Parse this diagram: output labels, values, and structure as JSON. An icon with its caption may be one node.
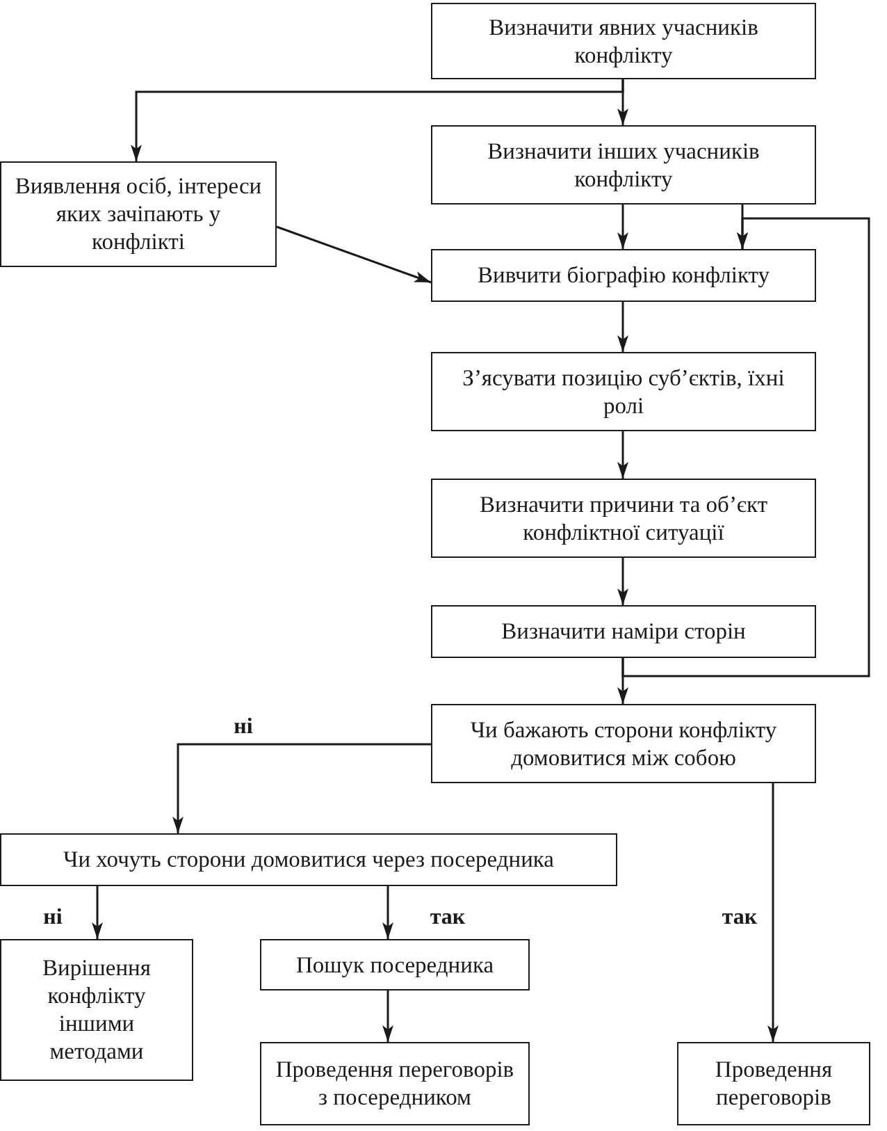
{
  "diagram": {
    "nodes": [
      {
        "text": [
          "Визначити явних учасників конфлікту"
        ]
      },
      {
        "text": [
          "Визначити інших учасників конфлікту"
        ]
      },
      {
        "text": [
          "Виявлення осіб, інтереси яких зачіпають у конфлікті"
        ]
      },
      {
        "text": [
          "Вивчити біографію конфлікту"
        ]
      },
      {
        "text": [
          "З’ясувати позицію суб’єктів, їхні ролі"
        ]
      },
      {
        "text": [
          "Визначити причини та об’єкт конфліктної ситуації"
        ]
      },
      {
        "text": [
          "Визначити наміри сторін"
        ]
      },
      {
        "text": [
          "Чи бажають сторони конфлікту домовитися між собою"
        ]
      },
      {
        "text": [
          "Чи хочуть сторони домовитися через посередника"
        ]
      },
      {
        "text": [
          "Вирішення конфлікту іншими методами"
        ]
      },
      {
        "text": [
          "Пошук посередника"
        ]
      },
      {
        "text": [
          "Проведення переговорів з посередником"
        ]
      },
      {
        "text": [
          "Проведення переговорів"
        ]
      }
    ],
    "edges": [
      {
        "from": 0,
        "to": 1,
        "arrow": "to"
      },
      {
        "from": 0,
        "to": 2,
        "arrow": "to"
      },
      {
        "from": 1,
        "to": 3,
        "arrow": "to"
      },
      {
        "from": 1,
        "to": 3,
        "arrow": "to"
      },
      {
        "from": 2,
        "to": 3,
        "arrow": "to"
      },
      {
        "from": 3,
        "to": 4,
        "arrow": "to"
      },
      {
        "from": 4,
        "to": 5,
        "arrow": "to"
      },
      {
        "from": 5,
        "to": 6,
        "arrow": "to"
      },
      {
        "from": 6,
        "to": 7,
        "arrow": "to"
      },
      {
        "from": 6,
        "to": 3,
        "arrow": "to"
      },
      {
        "from": 7,
        "to": 8,
        "arrow": "to",
        "label": "ні"
      },
      {
        "from": 7,
        "to": 12,
        "arrow": "to",
        "label": "так"
      },
      {
        "from": 8,
        "to": 9,
        "arrow": "to",
        "label": "ні"
      },
      {
        "from": 8,
        "to": 10,
        "arrow": "to",
        "label": "так"
      },
      {
        "from": 10,
        "to": 11,
        "arrow": "to"
      }
    ]
  }
}
